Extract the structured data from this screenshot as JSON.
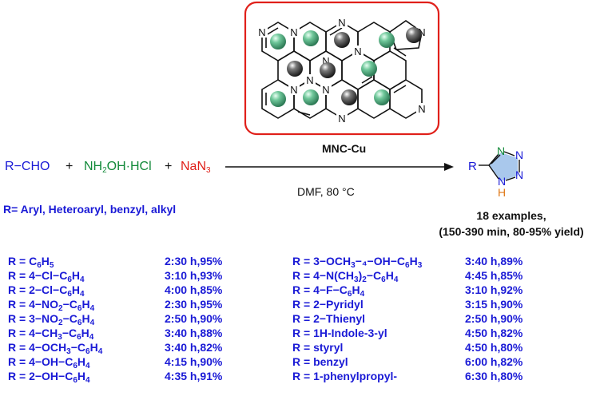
{
  "catalyst": {
    "label": "MNC-Cu",
    "atom_n": "N"
  },
  "reaction": {
    "r_cho": "R−CHO",
    "plus": "+",
    "nh2oh_pre": "NH",
    "nh2oh_sub": "2",
    "nh2oh_post": "OH·HCl",
    "plus2": "+",
    "nan3_pre": "NaN",
    "nan3_sub": "3",
    "conditions": "DMF, 80 °C",
    "r_scope": "R= Aryl, Heteroaryl, benzyl, alkyl"
  },
  "product": {
    "r": "R",
    "n": "N",
    "h": "H"
  },
  "summary": {
    "line1": "18 examples,",
    "line2": "(150-390 min, 80-95% yield)"
  },
  "examples_left": [
    {
      "pre": "R = C",
      "s1": "6",
      "mid": "H",
      "s2": "5",
      "post": "",
      "result": "2:30 h,95%"
    },
    {
      "pre": "R = 4−Cl−C",
      "s1": "6",
      "mid": "H",
      "s2": "4",
      "post": "",
      "result": "3:10 h,93%"
    },
    {
      "pre": "R = 2−Cl−C",
      "s1": "6",
      "mid": "H",
      "s2": "4",
      "post": "",
      "result": "4:00 h,85%"
    },
    {
      "pre": "R = 4−NO",
      "s1": "2",
      "mid": "−C",
      "s2": "6",
      "post": "H",
      "s3": "4",
      "result": "2:30 h,95%"
    },
    {
      "pre": "R = 3−NO",
      "s1": "2",
      "mid": "−C",
      "s2": "6",
      "post": "H",
      "s3": "4",
      "result": "2:50 h,90%"
    },
    {
      "pre": "R = 4−CH",
      "s1": "3",
      "mid": "−C",
      "s2": "6",
      "post": "H",
      "s3": "4",
      "result": "3:40 h,88%"
    },
    {
      "pre": "R = 4−OCH",
      "s1": "3",
      "mid": "−C",
      "s2": "6",
      "post": "H",
      "s3": "4",
      "result": "3:40 h,82%"
    },
    {
      "pre": "R = 4−OH−C",
      "s1": "6",
      "mid": "H",
      "s2": "4",
      "post": "",
      "result": "4:15 h,90%"
    },
    {
      "pre": "R = 2−OH−C",
      "s1": "6",
      "mid": "H",
      "s2": "4",
      "post": "",
      "result": "4:35 h,91%"
    }
  ],
  "examples_right": [
    {
      "pre": "R = 3−OCH",
      "s1": "3",
      "mid": "−₄−OH−C",
      "s2": "6",
      "post": "H",
      "s3": "3",
      "result": "3:40 h,89%"
    },
    {
      "pre": "R = 4−N(CH",
      "s1": "3",
      "mid": ")",
      "s2": "2",
      "post": "−C",
      "s3": "6",
      "post2": "H",
      "s4": "4",
      "result": "4:45 h,85%"
    },
    {
      "pre": "R = 4−F−C",
      "s1": "6",
      "mid": "H",
      "s2": "4",
      "post": "",
      "result": "3:10 h,92%"
    },
    {
      "pre": "R = 2−Pyridyl",
      "result": "3:15 h,90%"
    },
    {
      "pre": "R = 2−Thienyl",
      "result": "2:50 h,90%"
    },
    {
      "pre": "R = 1H-Indole-3-yl",
      "result": "4:50 h,82%"
    },
    {
      "pre": "R = styryl",
      "result": "4:50 h,80%"
    },
    {
      "pre": "R = benzyl",
      "result": "6:00 h,82%"
    },
    {
      "pre": "R = 1-phenylpropyl-",
      "result": "6:30 h,80%"
    }
  ],
  "colors": {
    "box_border": "#e0201a",
    "ball_green": "#3f9a6e",
    "ball_dark": "#2b2b2b",
    "text_blue": "#1a1ad6",
    "text_green": "#138a3a",
    "text_red": "#e0201a",
    "tetrazole_fill": "#a9c8ec",
    "h_orange": "#e07a1a"
  }
}
